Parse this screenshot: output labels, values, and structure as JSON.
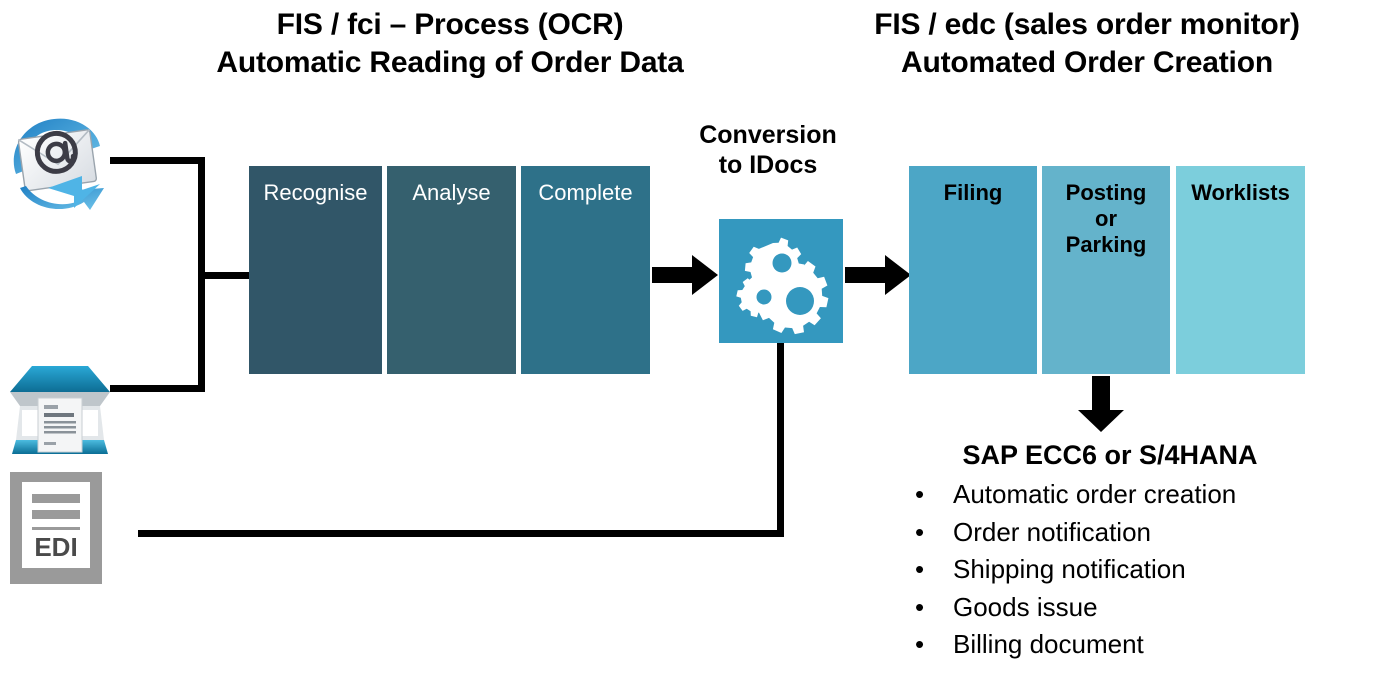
{
  "titles": {
    "left_line1": "FIS / fci – Process (OCR)",
    "left_line2": "Automatic Reading of Order Data",
    "right_line1": "FIS / edc (sales order monitor)",
    "right_line2": "Automated Order Creation"
  },
  "sources": {
    "email_icon": "email-envelope-icon",
    "scanner_icon": "scanner-icon",
    "edi_icon": "edi-document-icon",
    "edi_label": "EDI"
  },
  "process_boxes": [
    {
      "label": "Recognise",
      "color": "#315668"
    },
    {
      "label": "Analyse",
      "color": "#35606E"
    },
    {
      "label": "Complete",
      "color": "#2E7189"
    }
  ],
  "conversion": {
    "label_line1": "Conversion",
    "label_line2": "to IDocs",
    "icon": "gears-icon",
    "color": "#3498BF"
  },
  "result_boxes": [
    {
      "lines": [
        "Filing"
      ],
      "color": "#4CA6C6"
    },
    {
      "lines": [
        "Posting",
        "or",
        "Parking"
      ],
      "color": "#64B3CB"
    },
    {
      "lines": [
        "Worklists"
      ],
      "color": "#7CCEDC"
    }
  ],
  "sap": {
    "heading": "SAP ECC6 or S/4HANA",
    "bullet_char": "•",
    "items": [
      "Automatic order creation",
      "Order notification",
      "Shipping notification",
      "Goods issue",
      "Billing document"
    ]
  },
  "arrows": {
    "left_to_gears": "right-arrow-icon",
    "gears_to_filing": "right-arrow-icon",
    "posting_to_sap": "down-arrow-icon"
  },
  "colors": {
    "stroke": "#000000",
    "accent_blue": "#3498BF",
    "background": "#ffffff"
  }
}
